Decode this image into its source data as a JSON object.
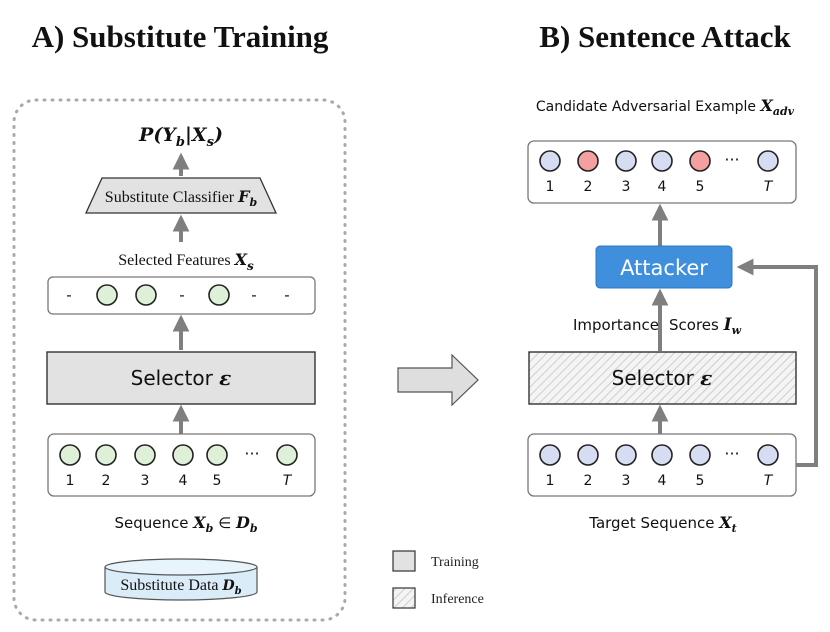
{
  "titles": {
    "left": "A) Substitute Training",
    "right": "B) Sentence Attack"
  },
  "left": {
    "output_label": {
      "prefix": "",
      "math": "P(Y",
      "sub": "b",
      "mid": "|X",
      "sub2": "s",
      "end": ")"
    },
    "classifier": {
      "text": "Substitute Classifier ",
      "math": "F",
      "sub": "b"
    },
    "selected_features": {
      "text": "Selected Features ",
      "math": "X",
      "sub": "s"
    },
    "feature_slots": [
      "-",
      "o",
      "o",
      "-",
      "o",
      "-",
      "-"
    ],
    "selector": {
      "text": "Selector ",
      "math": "ε"
    },
    "sequence_numbers": [
      "1",
      "2",
      "3",
      "4",
      "5",
      "T"
    ],
    "ellipsis": "···",
    "sequence_label": {
      "text": "Sequence ",
      "math": "X",
      "sub": "b",
      "mid": " ∈ ",
      "math2": "D",
      "sub2": "b"
    },
    "database": {
      "text": "Substitute Data ",
      "math": "D",
      "sub": "b"
    }
  },
  "right": {
    "candidate_label": {
      "text": "Candidate Adversarial Example ",
      "math": "X",
      "sub": "adv"
    },
    "candidate_numbers": [
      "1",
      "2",
      "3",
      "4",
      "5",
      "T"
    ],
    "candidate_colors": [
      "blue",
      "red",
      "blue",
      "blue",
      "red",
      "blue"
    ],
    "attacker": "Attacker",
    "importance": {
      "text1": "Importance",
      "text2": "Scores ",
      "math": "I",
      "sub": "w"
    },
    "selector": {
      "text": "Selector ",
      "math": "ε"
    },
    "sequence_numbers": [
      "1",
      "2",
      "3",
      "4",
      "5",
      "T"
    ],
    "ellipsis": "···",
    "target_label": {
      "text": "Target Sequence ",
      "math": "X",
      "sub": "t"
    }
  },
  "legend": {
    "training": "Training",
    "inference": "Inference"
  },
  "colors": {
    "green_fill": "#dff0d8",
    "blue_fill": "#d6ddf2",
    "red_fill": "#f2a0a0",
    "box_gray": "#e2e2e2",
    "arrow_gray": "#7f7f7f",
    "attacker_blue": "#3f8fdc",
    "db_fill": "#d9ecf7"
  }
}
